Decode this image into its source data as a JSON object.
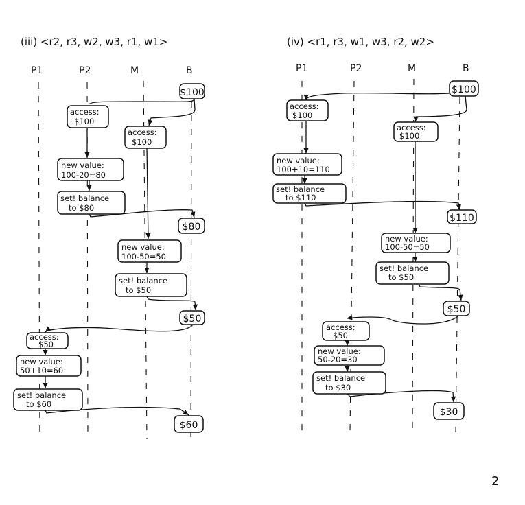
{
  "page_number": "2",
  "diagrams": [
    {
      "title": "(iii) <r2, r3, w2, w3, r1, w1>",
      "columns": [
        "P1",
        "P2",
        "M",
        "B"
      ],
      "initial_balance": "$100",
      "boxes": [
        {
          "lines": [
            "access:",
            "$100"
          ]
        },
        {
          "lines": [
            "access:",
            "$100"
          ]
        },
        {
          "lines": [
            "new value:",
            "100-20=80"
          ]
        },
        {
          "lines": [
            "set! balance",
            "to $80"
          ]
        },
        {
          "lines": [
            "new value:",
            "100-50=50"
          ]
        },
        {
          "lines": [
            "set! balance",
            "to $50"
          ]
        },
        {
          "lines": [
            "access:",
            "$50"
          ]
        },
        {
          "lines": [
            "new value:",
            "50+10=60"
          ]
        },
        {
          "lines": [
            "set! balance",
            "to $60"
          ]
        }
      ],
      "balances": [
        "$80",
        "$50",
        "$60"
      ]
    },
    {
      "title": "(iv) <r1, r3, w1, w3, r2, w2>",
      "columns": [
        "P1",
        "P2",
        "M",
        "B"
      ],
      "initial_balance": "$100",
      "boxes": [
        {
          "lines": [
            "access:",
            "$100"
          ]
        },
        {
          "lines": [
            "access:",
            "$100"
          ]
        },
        {
          "lines": [
            "new value:",
            "100+10=110"
          ]
        },
        {
          "lines": [
            "set! balance",
            "to $110"
          ]
        },
        {
          "lines": [
            "new value:",
            "100-50=50"
          ]
        },
        {
          "lines": [
            "set! balance",
            "to $50"
          ]
        },
        {
          "lines": [
            "access:",
            "$50"
          ]
        },
        {
          "lines": [
            "new value:",
            "50-20=30"
          ]
        },
        {
          "lines": [
            "set! balance",
            "to $30"
          ]
        }
      ],
      "balances": [
        "$110",
        "$50",
        "$30"
      ]
    }
  ]
}
